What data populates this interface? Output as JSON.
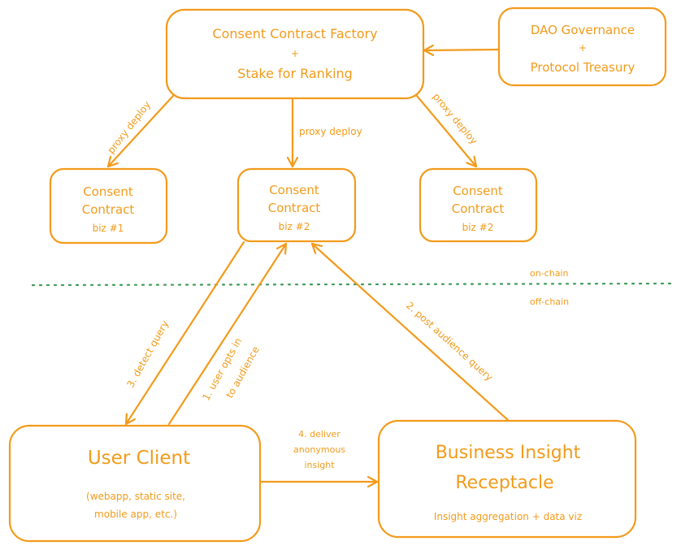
{
  "nodes": {
    "factory": {
      "line1": "Consent Contract Factory",
      "line2": "+",
      "line3": "Stake for Ranking"
    },
    "dao": {
      "line1": "DAO Governance",
      "line2": "+",
      "line3": "Protocol Treasury"
    },
    "contract_1": {
      "line1": "Consent",
      "line2": "Contract",
      "line3": "biz #1"
    },
    "contract_2a": {
      "line1": "Consent",
      "line2": "Contract",
      "line3": "biz #2"
    },
    "contract_2b": {
      "line1": "Consent",
      "line2": "Contract",
      "line3": "biz #2"
    },
    "user_client": {
      "title": "User Client",
      "sub1": "(webapp, static site,",
      "sub2": "mobile app, etc.)"
    },
    "business": {
      "title1": "Business Insight",
      "title2": "Receptacle",
      "sub": "Insight aggregation + data viz"
    }
  },
  "edges": {
    "proxy_left": "proxy deploy",
    "proxy_center": "proxy deploy",
    "proxy_right": "proxy deploy",
    "step1_line1": "1. user opts in",
    "step1_line2": "to audience",
    "step2": "2. post audience query",
    "step3": "3. detect query",
    "step4_line1": "4. deliver",
    "step4_line2": "anonymous",
    "step4_line3": "insight"
  },
  "boundary": {
    "above": "on-chain",
    "below": "off-chain"
  },
  "colors": {
    "stroke": "#f29b1b",
    "boundary": "#3c9a56",
    "background": "#ffffff"
  }
}
